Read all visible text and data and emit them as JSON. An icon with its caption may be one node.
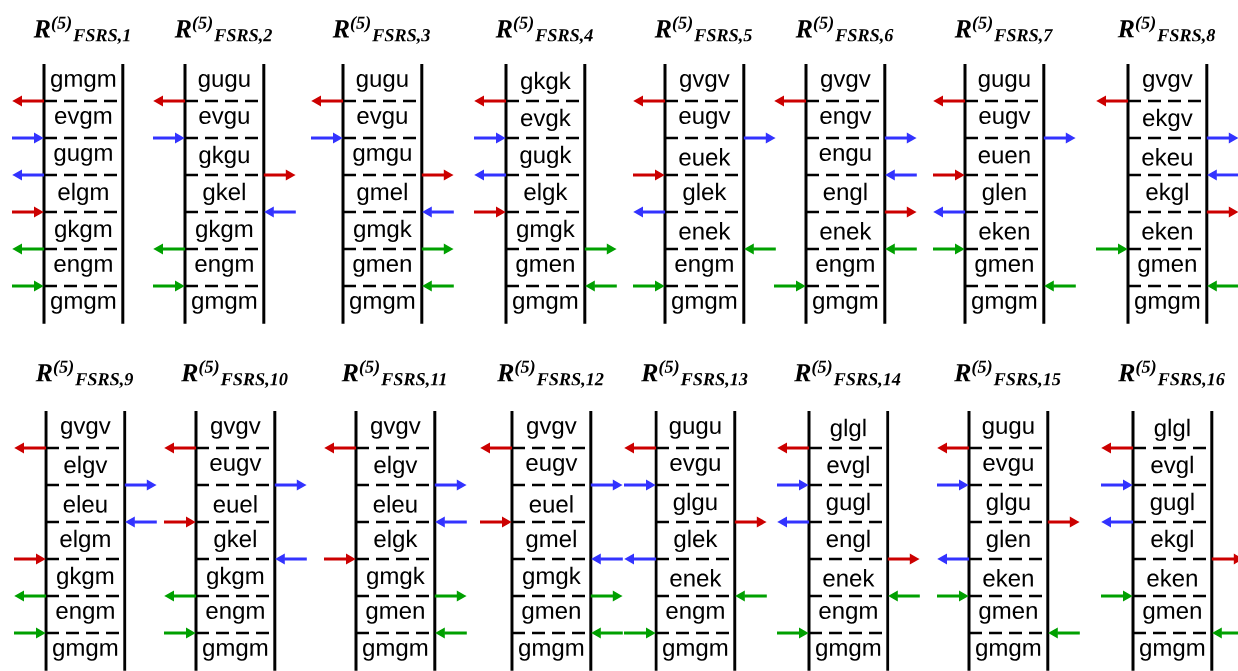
{
  "diagram": {
    "nodes": [
      {
        "text": [
          "R$^{(5)}$$_{FSRS,1}$"
        ]
      },
      {
        "text": [
          "gmgm"
        ],
        "in": 0
      },
      {
        "text": [
          "evgm"
        ],
        "in": 0
      },
      {
        "text": [
          "gugm"
        ],
        "in": 0
      },
      {
        "text": [
          "elgm"
        ],
        "in": 0
      },
      {
        "text": [
          "gkgm"
        ],
        "in": 0
      },
      {
        "text": [
          "engm"
        ],
        "in": 0
      },
      {
        "text": [
          "gmgm"
        ],
        "in": 0
      },
      {
        "text": [
          "R$^{(5)}$$_{FSRS,2}$"
        ]
      },
      {
        "text": [
          "gugu"
        ],
        "in": 8
      },
      {
        "text": [
          "evgu"
        ],
        "in": 8
      },
      {
        "text": [
          "gkgu"
        ],
        "in": 8
      },
      {
        "text": [
          "gkel"
        ],
        "in": 8
      },
      {
        "text": [
          "gkgm"
        ],
        "in": 8
      },
      {
        "text": [
          "engm"
        ],
        "in": 8
      },
      {
        "text": [
          "gmgm"
        ],
        "in": 8
      },
      {
        "text": [
          "R$^{(5)}$$_{FSRS,3}$"
        ]
      },
      {
        "text": [
          "gugu"
        ],
        "in": 16
      },
      {
        "text": [
          "evgu"
        ],
        "in": 16
      },
      {
        "text": [
          "gmgu"
        ],
        "in": 16
      },
      {
        "text": [
          "gmel"
        ],
        "in": 16
      },
      {
        "text": [
          "gmgk"
        ],
        "in": 16
      },
      {
        "text": [
          "gmen"
        ],
        "in": 16
      },
      {
        "text": [
          "gmgm"
        ],
        "in": 16
      },
      {
        "text": [
          "R$^{(5)}$$_{FSRS,4}$"
        ]
      },
      {
        "text": [
          "gkgk"
        ],
        "in": 24
      },
      {
        "text": [
          "evgk"
        ],
        "in": 24
      },
      {
        "text": [
          "gugk"
        ],
        "in": 24
      },
      {
        "text": [
          "elgk"
        ],
        "in": 24
      },
      {
        "text": [
          "gmgk"
        ],
        "in": 24
      },
      {
        "text": [
          "gmen"
        ],
        "in": 24
      },
      {
        "text": [
          "gmgm"
        ],
        "in": 24
      },
      {
        "text": [
          "R$^{(5)}$$_{FSRS,5}$"
        ]
      },
      {
        "text": [
          "gvgv"
        ],
        "in": 32
      },
      {
        "text": [
          "eugv"
        ],
        "in": 32
      },
      {
        "text": [
          "euek"
        ],
        "in": 32
      },
      {
        "text": [
          "glek"
        ],
        "in": 32
      },
      {
        "text": [
          "enek"
        ],
        "in": 32
      },
      {
        "text": [
          "engm"
        ],
        "in": 32
      },
      {
        "text": [
          "gmgm"
        ],
        "in": 32
      },
      {
        "text": [
          "R$^{(5)}$$_{FSRS,6}$"
        ]
      },
      {
        "text": [
          "gvgv"
        ],
        "in": 40
      },
      {
        "text": [
          "engv"
        ],
        "in": 40
      },
      {
        "text": [
          "engu"
        ],
        "in": 40
      },
      {
        "text": [
          "engl"
        ],
        "in": 40
      },
      {
        "text": [
          "enek"
        ],
        "in": 40
      },
      {
        "text": [
          "engm"
        ],
        "in": 40
      },
      {
        "text": [
          "gmgm"
        ],
        "in": 40
      },
      {
        "text": [
          "R$^{(5)}$$_{FSRS,7}$"
        ]
      },
      {
        "text": [
          "gugu"
        ],
        "in": 48
      },
      {
        "text": [
          "eugv"
        ],
        "in": 48
      },
      {
        "text": [
          "euen"
        ],
        "in": 48
      },
      {
        "text": [
          "glen"
        ],
        "in": 48
      },
      {
        "text": [
          "eken"
        ],
        "in": 48
      },
      {
        "text": [
          "gmen"
        ],
        "in": 48
      },
      {
        "text": [
          "gmgm"
        ],
        "in": 48
      },
      {
        "text": [
          "R$^{(5)}$$_{FSRS,8}$"
        ]
      },
      {
        "text": [
          "gvgv"
        ],
        "in": 56
      },
      {
        "text": [
          "ekgv"
        ],
        "in": 56
      },
      {
        "text": [
          "ekeu"
        ],
        "in": 56
      },
      {
        "text": [
          "ekgl"
        ],
        "in": 56
      },
      {
        "text": [
          "eken"
        ],
        "in": 56
      },
      {
        "text": [
          "gmen"
        ],
        "in": 56
      },
      {
        "text": [
          "gmgm"
        ],
        "in": 56
      },
      {
        "text": [
          "R$^{(5)}$$_{FSRS,9}$"
        ]
      },
      {
        "text": [
          "gvgv"
        ],
        "in": 64
      },
      {
        "text": [
          "elgv"
        ],
        "in": 64
      },
      {
        "text": [
          "eleu"
        ],
        "in": 64
      },
      {
        "text": [
          "elgm"
        ],
        "in": 64
      },
      {
        "text": [
          "gkgm"
        ],
        "in": 64
      },
      {
        "text": [
          "engm"
        ],
        "in": 64
      },
      {
        "text": [
          "gmgm"
        ],
        "in": 64
      },
      {
        "text": [
          "R$^{(5)}$$_{FSRS,10}$"
        ]
      },
      {
        "text": [
          "gvgv"
        ],
        "in": 72
      },
      {
        "text": [
          "eugv"
        ],
        "in": 72
      },
      {
        "text": [
          "euel"
        ],
        "in": 72
      },
      {
        "text": [
          "gkel"
        ],
        "in": 72
      },
      {
        "text": [
          "gkgm"
        ],
        "in": 72
      },
      {
        "text": [
          "engm"
        ],
        "in": 72
      },
      {
        "text": [
          "gmgm"
        ],
        "in": 72
      },
      {
        "text": [
          "R$^{(5)}$$_{FSRS,11}$"
        ]
      },
      {
        "text": [
          "gvgv"
        ],
        "in": 80
      },
      {
        "text": [
          "elgv"
        ],
        "in": 80
      },
      {
        "text": [
          "eleu"
        ],
        "in": 80
      },
      {
        "text": [
          "elgk"
        ],
        "in": 80
      },
      {
        "text": [
          "gmgk"
        ],
        "in": 80
      },
      {
        "text": [
          "gmen"
        ],
        "in": 80
      },
      {
        "text": [
          "gmgm"
        ],
        "in": 80
      },
      {
        "text": [
          "R$^{(5)}$$_{FSRS,12}$"
        ]
      },
      {
        "text": [
          "gvgv"
        ],
        "in": 88
      },
      {
        "text": [
          "eugv"
        ],
        "in": 88
      },
      {
        "text": [
          "euel"
        ],
        "in": 88
      },
      {
        "text": [
          "gmel"
        ],
        "in": 88
      },
      {
        "text": [
          "gmgk"
        ],
        "in": 88
      },
      {
        "text": [
          "gmen"
        ],
        "in": 88
      },
      {
        "text": [
          "gmgm"
        ],
        "in": 88
      },
      {
        "text": [
          "R$^{(5)}$$_{FSRS,13}$"
        ]
      },
      {
        "text": [
          "gugu"
        ],
        "in": 96
      },
      {
        "text": [
          "evgu"
        ],
        "in": 96
      },
      {
        "text": [
          "glgu"
        ],
        "in": 96
      },
      {
        "text": [
          "glek"
        ],
        "in": 96
      },
      {
        "text": [
          "enek"
        ],
        "in": 96
      },
      {
        "text": [
          "engm"
        ],
        "in": 96
      },
      {
        "text": [
          "gmgm"
        ],
        "in": 96
      },
      {
        "text": [
          "R$^{(5)}$$_{FSRS,14}$"
        ]
      },
      {
        "text": [
          "glgl"
        ],
        "in": 104
      },
      {
        "text": [
          "evgl"
        ],
        "in": 104
      },
      {
        "text": [
          "gugl"
        ],
        "in": 104
      },
      {
        "text": [
          "engl"
        ],
        "in": 104
      },
      {
        "text": [
          "enek"
        ],
        "in": 104
      },
      {
        "text": [
          "engm"
        ],
        "in": 104
      },
      {
        "text": [
          "gmgm"
        ],
        "in": 104
      },
      {
        "text": [
          "R$^{(5)}$$_{FSRS,15}$"
        ]
      },
      {
        "text": [
          "gugu"
        ],
        "in": 112
      },
      {
        "text": [
          "evgu"
        ],
        "in": 112
      },
      {
        "text": [
          "glgu"
        ],
        "in": 112
      },
      {
        "text": [
          "glen"
        ],
        "in": 112
      },
      {
        "text": [
          "eken"
        ],
        "in": 112
      },
      {
        "text": [
          "gmen"
        ],
        "in": 112
      },
      {
        "text": [
          "gmgm"
        ],
        "in": 112
      },
      {
        "text": [
          "R$^{(5)}$$_{FSRS,16}$"
        ]
      },
      {
        "text": [
          "glgl"
        ],
        "in": 120
      },
      {
        "text": [
          "evgl"
        ],
        "in": 120
      },
      {
        "text": [
          "gugl"
        ],
        "in": 120
      },
      {
        "text": [
          "ekgl"
        ],
        "in": 120
      },
      {
        "text": [
          "eken"
        ],
        "in": 120
      },
      {
        "text": [
          "gmen"
        ],
        "in": 120
      },
      {
        "text": [
          "gmgm"
        ],
        "in": 120
      }
    ],
    "edges": [
      {
        "from": 2,
        "to": null,
        "arrow": "to",
        "color": "#cc0000"
      },
      {
        "from": null,
        "to": 3,
        "arrow": "to",
        "color": "#3333ff"
      },
      {
        "from": 4,
        "to": null,
        "arrow": "to",
        "color": "#3333ff"
      },
      {
        "from": null,
        "to": 5,
        "arrow": "to",
        "color": "#cc0000"
      },
      {
        "from": 6,
        "to": null,
        "arrow": "to",
        "color": "#00a000"
      },
      {
        "from": null,
        "to": 7,
        "arrow": "to",
        "color": "#00a000"
      },
      {
        "from": 10,
        "to": null,
        "arrow": "to",
        "color": "#cc0000"
      },
      {
        "from": null,
        "to": 11,
        "arrow": "to",
        "color": "#3333ff"
      },
      {
        "from": 12,
        "to": null,
        "arrow": "to",
        "color": "#cc0000"
      },
      {
        "from": null,
        "to": 13,
        "arrow": "to",
        "color": "#3333ff"
      },
      {
        "from": 14,
        "to": null,
        "arrow": "to",
        "color": "#00a000"
      },
      {
        "from": null,
        "to": 15,
        "arrow": "to",
        "color": "#00a000"
      },
      {
        "from": 18,
        "to": null,
        "arrow": "to",
        "color": "#cc0000"
      },
      {
        "from": null,
        "to": 19,
        "arrow": "to",
        "color": "#3333ff"
      },
      {
        "from": 20,
        "to": null,
        "arrow": "to",
        "color": "#cc0000"
      },
      {
        "from": null,
        "to": 21,
        "arrow": "to",
        "color": "#3333ff"
      },
      {
        "from": 22,
        "to": null,
        "arrow": "to",
        "color": "#00a000"
      },
      {
        "from": null,
        "to": 23,
        "arrow": "to",
        "color": "#00a000"
      },
      {
        "from": 26,
        "to": null,
        "arrow": "to",
        "color": "#cc0000"
      },
      {
        "from": null,
        "to": 27,
        "arrow": "to",
        "color": "#3333ff"
      },
      {
        "from": 28,
        "to": null,
        "arrow": "to",
        "color": "#3333ff"
      },
      {
        "from": null,
        "to": 29,
        "arrow": "to",
        "color": "#cc0000"
      },
      {
        "from": 30,
        "to": null,
        "arrow": "to",
        "color": "#00a000"
      },
      {
        "from": null,
        "to": 31,
        "arrow": "to",
        "color": "#00a000"
      },
      {
        "from": 34,
        "to": null,
        "arrow": "to",
        "color": "#cc0000"
      },
      {
        "from": 35,
        "to": null,
        "arrow": "to",
        "color": "#3333ff"
      },
      {
        "from": null,
        "to": 36,
        "arrow": "to",
        "color": "#cc0000"
      },
      {
        "from": 37,
        "to": null,
        "arrow": "to",
        "color": "#3333ff"
      },
      {
        "from": null,
        "to": 38,
        "arrow": "to",
        "color": "#00a000"
      },
      {
        "from": null,
        "to": 39,
        "arrow": "to",
        "color": "#00a000"
      },
      {
        "from": 42,
        "to": null,
        "arrow": "to",
        "color": "#cc0000"
      },
      {
        "from": 43,
        "to": null,
        "arrow": "to",
        "color": "#3333ff"
      },
      {
        "from": null,
        "to": 44,
        "arrow": "to",
        "color": "#3333ff"
      },
      {
        "from": 45,
        "to": null,
        "arrow": "to",
        "color": "#cc0000"
      },
      {
        "from": null,
        "to": 46,
        "arrow": "to",
        "color": "#00a000"
      },
      {
        "from": null,
        "to": 47,
        "arrow": "to",
        "color": "#00a000"
      },
      {
        "from": 50,
        "to": null,
        "arrow": "to",
        "color": "#cc0000"
      },
      {
        "from": 51,
        "to": null,
        "arrow": "to",
        "color": "#3333ff"
      },
      {
        "from": null,
        "to": 52,
        "arrow": "to",
        "color": "#cc0000"
      },
      {
        "from": 53,
        "to": null,
        "arrow": "to",
        "color": "#3333ff"
      },
      {
        "from": null,
        "to": 54,
        "arrow": "to",
        "color": "#00a000"
      },
      {
        "from": null,
        "to": 55,
        "arrow": "to",
        "color": "#00a000"
      },
      {
        "from": 58,
        "to": null,
        "arrow": "to",
        "color": "#cc0000"
      },
      {
        "from": 59,
        "to": null,
        "arrow": "to",
        "color": "#3333ff"
      },
      {
        "from": null,
        "to": 60,
        "arrow": "to",
        "color": "#3333ff"
      },
      {
        "from": 61,
        "to": null,
        "arrow": "to",
        "color": "#cc0000"
      },
      {
        "from": null,
        "to": 62,
        "arrow": "to",
        "color": "#00a000"
      },
      {
        "from": null,
        "to": 63,
        "arrow": "to",
        "color": "#00a000"
      },
      {
        "from": 66,
        "to": null,
        "arrow": "to",
        "color": "#cc0000"
      },
      {
        "from": 67,
        "to": null,
        "arrow": "to",
        "color": "#3333ff"
      },
      {
        "from": null,
        "to": 68,
        "arrow": "to",
        "color": "#3333ff"
      },
      {
        "from": null,
        "to": 69,
        "arrow": "to",
        "color": "#cc0000"
      },
      {
        "from": 70,
        "to": null,
        "arrow": "to",
        "color": "#00a000"
      },
      {
        "from": null,
        "to": 71,
        "arrow": "to",
        "color": "#00a000"
      },
      {
        "from": 74,
        "to": null,
        "arrow": "to",
        "color": "#cc0000"
      },
      {
        "from": 75,
        "to": null,
        "arrow": "to",
        "color": "#3333ff"
      },
      {
        "from": null,
        "to": 76,
        "arrow": "to",
        "color": "#cc0000"
      },
      {
        "from": null,
        "to": 77,
        "arrow": "to",
        "color": "#3333ff"
      },
      {
        "from": 78,
        "to": null,
        "arrow": "to",
        "color": "#00a000"
      },
      {
        "from": null,
        "to": 79,
        "arrow": "to",
        "color": "#00a000"
      },
      {
        "from": 82,
        "to": null,
        "arrow": "to",
        "color": "#cc0000"
      },
      {
        "from": 83,
        "to": null,
        "arrow": "to",
        "color": "#3333ff"
      },
      {
        "from": null,
        "to": 84,
        "arrow": "to",
        "color": "#3333ff"
      },
      {
        "from": null,
        "to": 85,
        "arrow": "to",
        "color": "#cc0000"
      },
      {
        "from": 86,
        "to": null,
        "arrow": "to",
        "color": "#00a000"
      },
      {
        "from": null,
        "to": 87,
        "arrow": "to",
        "color": "#00a000"
      },
      {
        "from": 90,
        "to": null,
        "arrow": "to",
        "color": "#cc0000"
      },
      {
        "from": 91,
        "to": null,
        "arrow": "to",
        "color": "#3333ff"
      },
      {
        "from": null,
        "to": 92,
        "arrow": "to",
        "color": "#cc0000"
      },
      {
        "from": null,
        "to": 93,
        "arrow": "to",
        "color": "#3333ff"
      },
      {
        "from": 94,
        "to": null,
        "arrow": "to",
        "color": "#00a000"
      },
      {
        "from": null,
        "to": 95,
        "arrow": "to",
        "color": "#00a000"
      },
      {
        "from": 98,
        "to": null,
        "arrow": "to",
        "color": "#cc0000"
      },
      {
        "from": null,
        "to": 99,
        "arrow": "to",
        "color": "#3333ff"
      },
      {
        "from": 100,
        "to": null,
        "arrow": "to",
        "color": "#cc0000"
      },
      {
        "from": 101,
        "to": null,
        "arrow": "to",
        "color": "#3333ff"
      },
      {
        "from": null,
        "to": 102,
        "arrow": "to",
        "color": "#00a000"
      },
      {
        "from": null,
        "to": 103,
        "arrow": "to",
        "color": "#00a000"
      },
      {
        "from": 106,
        "to": null,
        "arrow": "to",
        "color": "#cc0000"
      },
      {
        "from": null,
        "to": 107,
        "arrow": "to",
        "color": "#3333ff"
      },
      {
        "from": 108,
        "to": null,
        "arrow": "to",
        "color": "#3333ff"
      },
      {
        "from": 109,
        "to": null,
        "arrow": "to",
        "color": "#cc0000"
      },
      {
        "from": null,
        "to": 110,
        "arrow": "to",
        "color": "#00a000"
      },
      {
        "from": null,
        "to": 111,
        "arrow": "to",
        "color": "#00a000"
      },
      {
        "from": 114,
        "to": null,
        "arrow": "to",
        "color": "#cc0000"
      },
      {
        "from": null,
        "to": 115,
        "arrow": "to",
        "color": "#3333ff"
      },
      {
        "from": 116,
        "to": null,
        "arrow": "to",
        "color": "#cc0000"
      },
      {
        "from": 117,
        "to": null,
        "arrow": "to",
        "color": "#3333ff"
      },
      {
        "from": null,
        "to": 118,
        "arrow": "to",
        "color": "#00a000"
      },
      {
        "from": null,
        "to": 119,
        "arrow": "to",
        "color": "#00a000"
      },
      {
        "from": 122,
        "to": null,
        "arrow": "to",
        "color": "#cc0000"
      },
      {
        "from": null,
        "to": 123,
        "arrow": "to",
        "color": "#3333ff"
      },
      {
        "from": 124,
        "to": null,
        "arrow": "to",
        "color": "#3333ff"
      },
      {
        "from": 125,
        "to": null,
        "arrow": "to",
        "color": "#cc0000"
      },
      {
        "from": null,
        "to": 126,
        "arrow": "to",
        "color": "#00a000"
      },
      {
        "from": null,
        "to": 127,
        "arrow": "to",
        "color": "#00a000"
      }
    ]
  }
}
